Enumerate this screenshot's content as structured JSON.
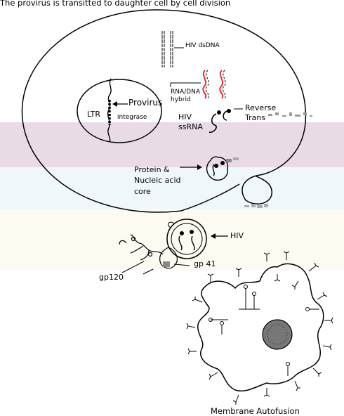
{
  "title": "The provirus is transitted to daughter cell by cell division",
  "labels": {
    "hiv_dsdna": "HIV dsDNA",
    "rna_dna_hybrid_line1": "RNA/DNA",
    "rna_dna_hybrid_line2": "hybrid",
    "provirus": "Provirus",
    "ltr": "LTR",
    "integrase": "integrase",
    "hiv_ssrna_line1": "HIV",
    "hiv_ssrna_line2": "ssRNA",
    "reverse_line1": "Reverse",
    "reverse_line2": "Trans",
    "protein_line1": "Protein &",
    "protein_line2": "Nucleic acid",
    "protein_line3": "core",
    "hiv_virion": "HIV",
    "gp120": "gp120",
    "gp41": "gp 41",
    "membrane_autofusion": "Membrane Autofusion"
  },
  "colors": {
    "band_1": "#e9dbe6",
    "band_2": "#f0f7fb",
    "band_3": "#fdfbf1",
    "rna_strand": "#e03030",
    "line": "#000000"
  }
}
